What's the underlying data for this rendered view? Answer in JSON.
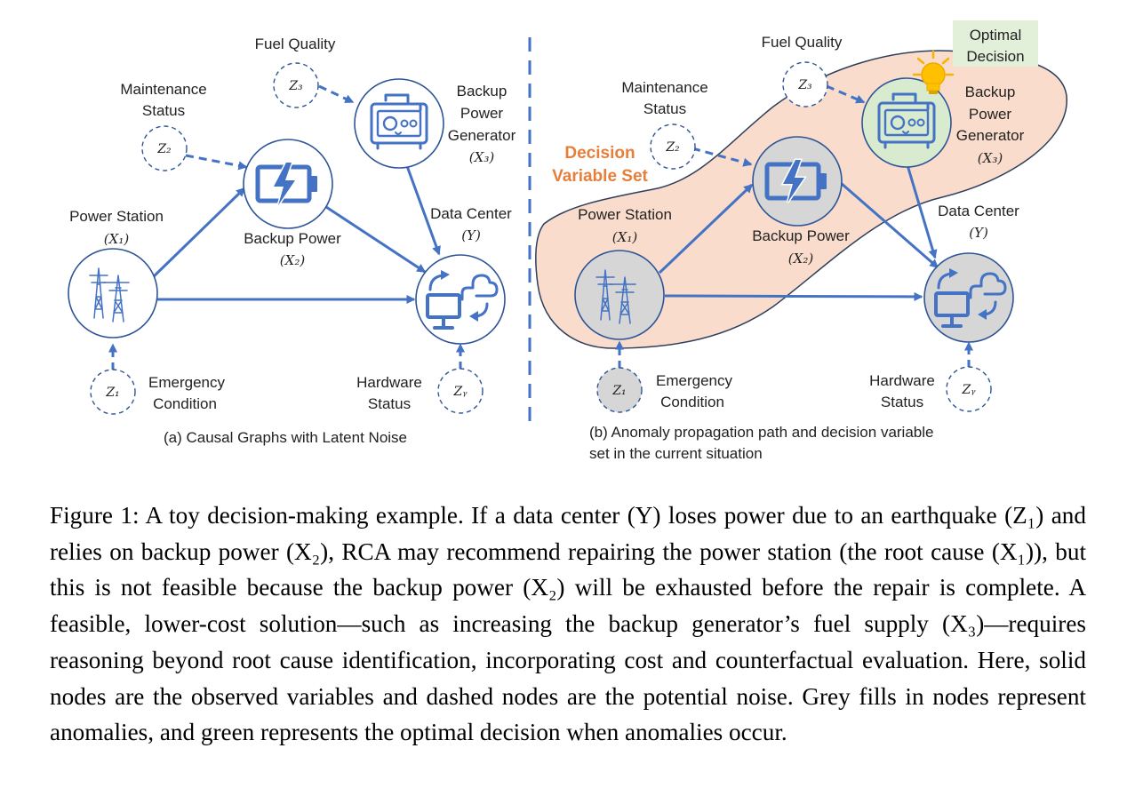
{
  "panel_a": {
    "fuel_quality": "Fuel Quality",
    "maintenance_1": "Maintenance",
    "maintenance_2": "Status",
    "power_station": "Power Station",
    "x1": "(X₁)",
    "backup_power": "Backup Power",
    "x2": "(X₂)",
    "generator_1": "Backup",
    "generator_2": "Power",
    "generator_3": "Generator",
    "x3": "(X₃)",
    "data_center": "Data Center",
    "y": "(Y)",
    "emergency_1": "Emergency",
    "emergency_2": "Condition",
    "hardware_1": "Hardware",
    "hardware_2": "Status",
    "z1": "Z₁",
    "z2": "Z₂",
    "z3": "Z₃",
    "zy": "Zᵧ",
    "caption": "(a) Causal Graphs with Latent Noise"
  },
  "panel_b": {
    "fuel_quality": "Fuel Quality",
    "maintenance_1": "Maintenance",
    "maintenance_2": "Status",
    "decision_set_1": "Decision",
    "decision_set_2": "Variable Set",
    "optimal_1": "Optimal",
    "optimal_2": "Decision",
    "power_station": "Power Station",
    "x1": "(X₁)",
    "backup_power": "Backup Power",
    "x2": "(X₂)",
    "generator_1": "Backup",
    "generator_2": "Power",
    "generator_3": "Generator",
    "x3": "(X₃)",
    "data_center": "Data Center",
    "y": "(Y)",
    "emergency_1": "Emergency",
    "emergency_2": "Condition",
    "hardware_1": "Hardware",
    "hardware_2": "Status",
    "z1": "Z₁",
    "z2": "Z₂",
    "z3": "Z₃",
    "zy": "Zᵧ",
    "caption_1": "(b) Anomaly propagation path and decision variable",
    "caption_2": "set in the current situation"
  },
  "colors": {
    "edge_blue": "#4472c4",
    "anomaly_grey": "#d6d6d6",
    "optimal_green": "#d9ebcf",
    "decision_set_fill": "#f9dccb",
    "decision_label_orange": "#e57f3a"
  },
  "icons": {
    "power_station": "transmission-tower-icon",
    "backup_power": "battery-charging-icon",
    "generator": "generator-icon",
    "data_center": "monitor-cloud-sync-icon",
    "optimal": "lightbulb-icon"
  },
  "figure_caption": "Figure 1: A toy decision-making example. If a data center (Y) loses power due to an earthquake (Z₁) and relies on backup power (X₂), RCA may recommend repairing the power station (the root cause (X₁)), but this is not feasible because the backup power (X₂) will be exhausted before the repair is complete. A feasible, lower-cost solution—such as increasing the backup generator’s fuel supply (X₃)—requires reasoning beyond root cause identification, incorporating cost and counterfactual evaluation. Here, solid nodes are the observed variables and dashed nodes are the potential noise. Grey fills in nodes represent anomalies, and green represents the optimal decision when anomalies occur."
}
